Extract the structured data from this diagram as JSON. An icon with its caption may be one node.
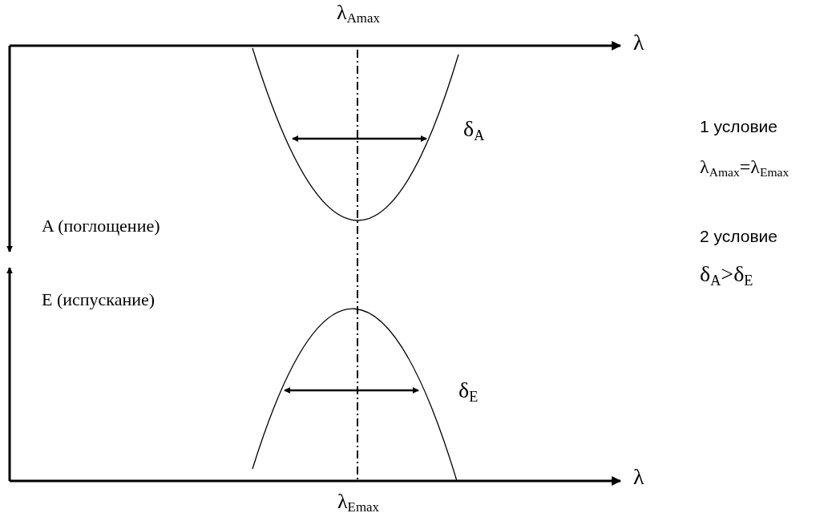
{
  "diagram": {
    "labels": [
      "λ$_{Amax}$",
      "λ",
      "δ$_{A}$",
      "1 условие",
      "λ$_{Amax}$=λ$_{Emax}$",
      "A (поглощение)",
      "2 условие",
      "δ$_{A}$>δ$_{E}$",
      "E (испускание)",
      "δ$_{E}$",
      "λ",
      "λ$_{Emax}$"
    ]
  }
}
